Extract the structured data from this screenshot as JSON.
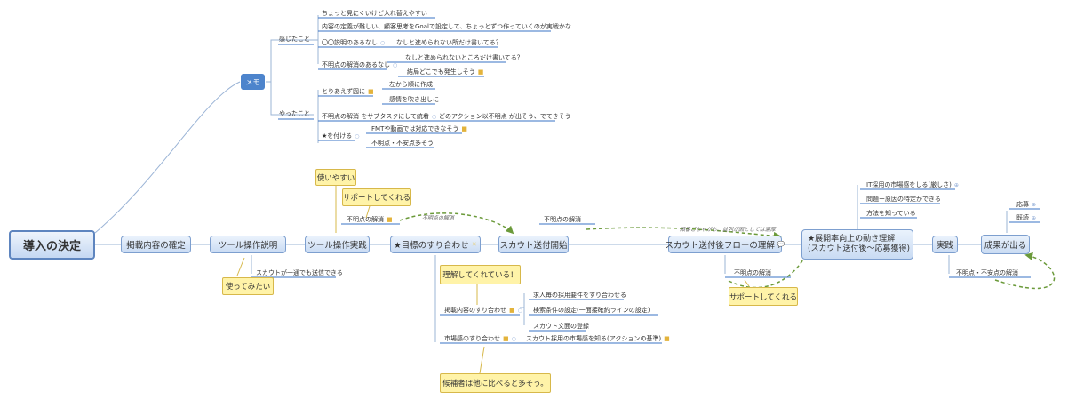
{
  "root": "導入の決定",
  "topics": {
    "t1": "掲載内容の確定",
    "t2": "ツール操作説明",
    "t3": "ツール操作実践",
    "t4": "★目標のすり合わせ",
    "t5": "スカウト送付開始",
    "t6": "スカウト送付後フローの理解",
    "t7_line1": "★展開率向上の動き理解",
    "t7_line2": "(スカウト送付後〜応募獲得)",
    "t8": "実践",
    "t9": "成果が出る"
  },
  "memo": {
    "label": "メモ",
    "group1": "感じたこと",
    "g1_items": [
      "ちょっと見にくいけど入れ替えやすい",
      "内容の定義が難しい、顧客思考をGoalで設定して、ちょっとずつ作っていくのが実戦かな",
      "〇〇説明のあるなし",
      "なしと進められない所だけ書いてる？",
      "不明点の解消のあるなし",
      "なしと進められないところだけ書いてる？",
      "結局どこでも発生しそう"
    ],
    "group2": "やったこと",
    "g2_items": [
      "とりあえず図に",
      "左から順に作成",
      "感情を吹き出しに",
      "不明点の解消 をサブタスクにして統着",
      "どのアクション以不明点 が出そう、でてきそう",
      "★を付ける",
      "FMTや動画では対応できなそう",
      "不明点・不安点多そう"
    ]
  },
  "subs": {
    "t2_below": "スカウトが一通でも送信できる",
    "t3_above": "不明点の解消",
    "t5_above": "不明点の解消",
    "t6_below": "不明点の解消",
    "t4_a": "掲載内容のすり合わせ",
    "t4_a1": "求人毎の採用要件をすり合わせる",
    "t4_a2": "検索条件の設定(一面接確約ラインの設定)",
    "t4_a3": "スカウト文面の登録",
    "t4_b": "市場感のすり合わせ",
    "t4_b1": "スカウト採用の市場感を知る(アクションの基準)",
    "t7_1": "IT採用の市場感をしる(厳しさ)",
    "t7_2": "問題ー原因の特定ができる",
    "t7_3": "方法を知っている",
    "t8_below": "不明点・不安点の解消",
    "t9_1": "応募",
    "t9_2": "既読"
  },
  "notes": {
    "n1": "使いやすい",
    "n2": "サポートしてくれる",
    "n3": "使ってみたい",
    "n4": "理解してくれている！",
    "n5": "候補者は他に比べると多そう。",
    "n6": "サポートしてくれる"
  },
  "relations": {
    "r1": "不明点の解消",
    "r2": "順番ごちゃがち、並列が因としては濃厚"
  },
  "colors": {
    "topic_border": "#7d9fcf",
    "memo": "#4d84cc",
    "note_fill": "#fff3a8",
    "relation": "#6b9a3a",
    "branch": "#3a73c4"
  }
}
